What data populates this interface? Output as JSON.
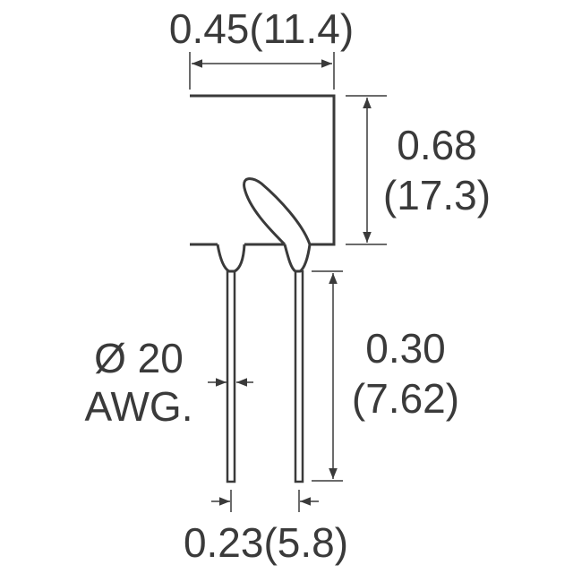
{
  "drawing": {
    "type": "component-dimension-drawing",
    "component": "radial-leaded-device",
    "units_note": "inches(mm)",
    "line_color": "#3a3a3a"
  },
  "dimensions": {
    "body_width": {
      "label": "0.45(11.4)"
    },
    "body_height": {
      "line1": "0.68",
      "line2": "(17.3)"
    },
    "lead_length": {
      "line1": "0.30",
      "line2": "(7.62)"
    },
    "lead_gauge": {
      "line1": "Ø 20",
      "line2": "AWG."
    },
    "lead_spacing": {
      "label": "0.23(5.8)"
    }
  }
}
